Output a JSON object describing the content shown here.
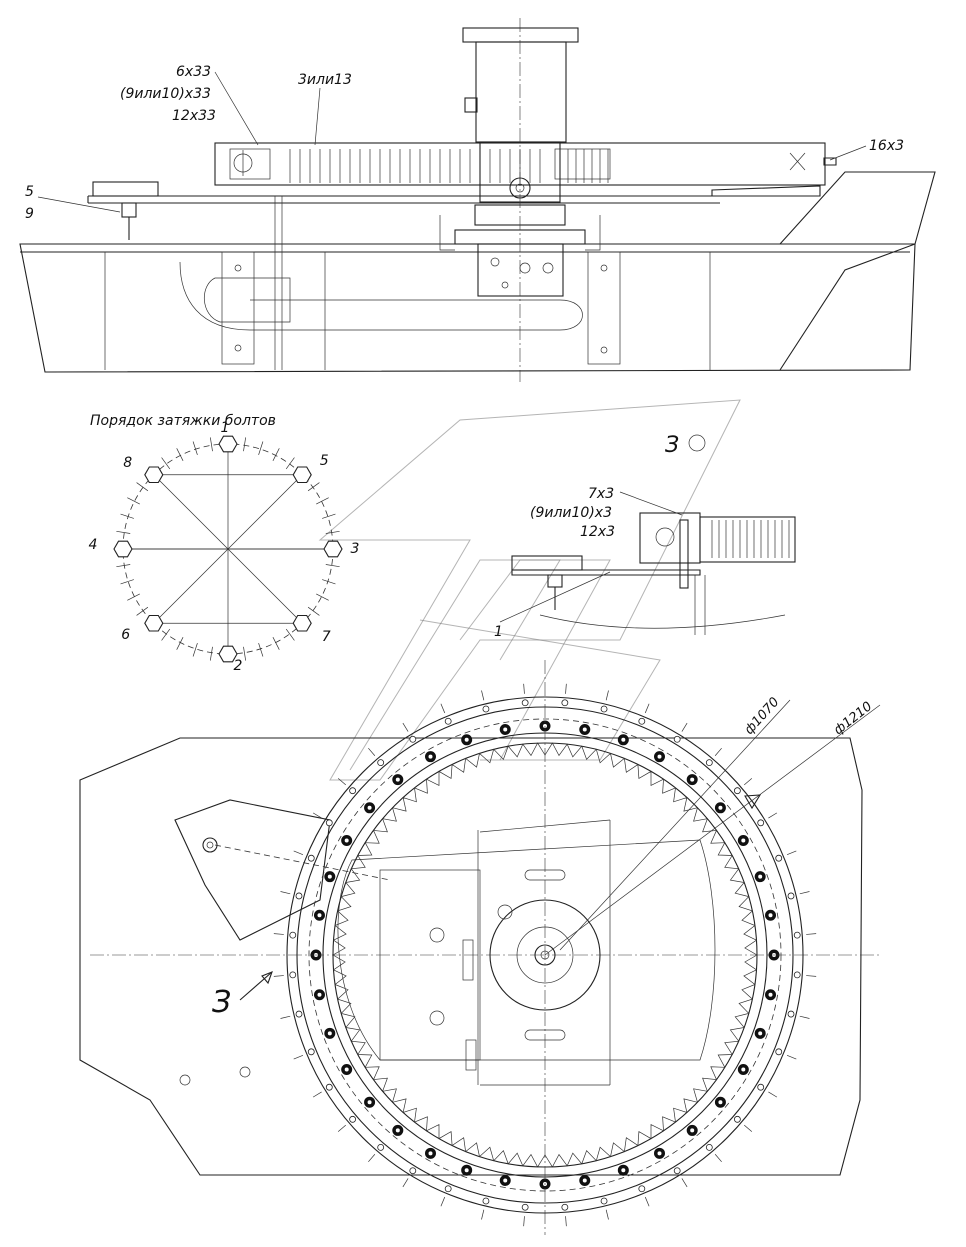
{
  "side_view": {
    "callout_bolt_main": "6x33",
    "callout_bolt_alt": "(9или10)x33",
    "callout_washer": "12x33",
    "callout_ring": "3или13",
    "callout_grease": "16x3",
    "callout_support_a": "5",
    "callout_support_b": "9"
  },
  "bolt_order": {
    "title": "Порядок затяжки болтов",
    "numbers": [
      "1",
      "2",
      "3",
      "4",
      "5",
      "6",
      "7",
      "8"
    ]
  },
  "detail_view": {
    "view_label": "З",
    "callout_bolt_main": "7x3",
    "callout_bolt_alt": "(9или10)x3",
    "callout_washer": "12x3",
    "callout_part": "1"
  },
  "plan_view": {
    "dim_inner": "ф1070",
    "dim_outer": "ф1210",
    "view_arrow_label": "З"
  },
  "colors": {
    "line": "#222222",
    "background": "#ffffff",
    "watermark": "#777777"
  }
}
